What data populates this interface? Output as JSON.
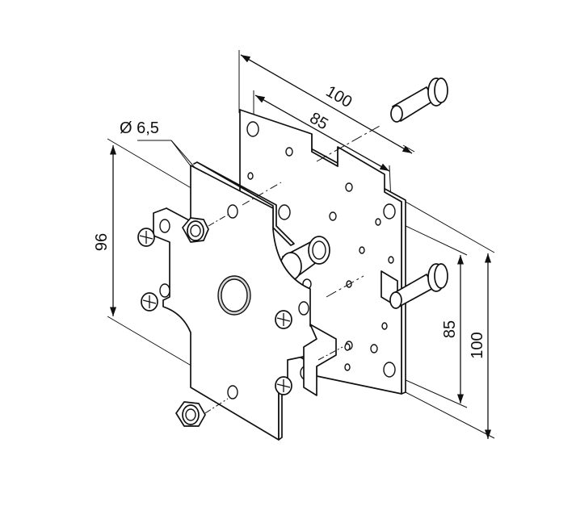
{
  "dimensions": {
    "plate_outer_width": "100",
    "plate_hole_spacing": "85",
    "hole_diameter": "Ø 6,5",
    "front_plate_height": "96",
    "plate_hole_spacing_vertical": "85",
    "plate_outer_height": "100"
  }
}
